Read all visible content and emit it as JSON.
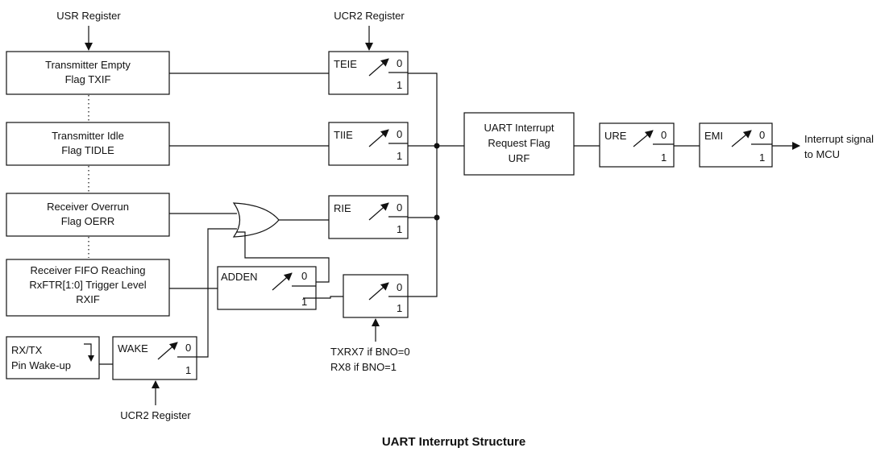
{
  "diagram": {
    "title": "UART Interrupt Structure",
    "top_labels": {
      "usr_register": "USR Register",
      "ucr2_register_top": "UCR2 Register"
    },
    "flags": {
      "txif": [
        "Transmitter Empty",
        "Flag TXIF"
      ],
      "tidle": [
        "Transmitter Idle",
        "Flag TIDLE"
      ],
      "oerr": [
        "Receiver Overrun",
        "Flag OERR"
      ],
      "rxif": [
        "Receiver FIFO Reaching",
        "RxFTR[1:0] Trigger Level",
        "RXIF"
      ],
      "wakeup": [
        "RX/TX",
        "Pin Wake-up"
      ],
      "urf": [
        "UART Interrupt",
        "Request Flag",
        "URF"
      ]
    },
    "switches": {
      "teie": "TEIE",
      "tiie": "TIIE",
      "rie": "RIE",
      "adden": "ADDEN",
      "wake": "WAKE",
      "bno_mux": "",
      "ure": "URE",
      "emi": "EMI"
    },
    "switch_states": {
      "zero": "0",
      "one": "1"
    },
    "bottom_labels": {
      "bno_note": [
        "TXRX7 if BNO=0",
        "RX8 if BNO=1"
      ],
      "ucr2_register_bottom": "UCR2 Register"
    },
    "output_label": [
      "Interrupt signal",
      "to MCU"
    ],
    "colors": {
      "line": "#111111",
      "background": "#ffffff"
    }
  }
}
